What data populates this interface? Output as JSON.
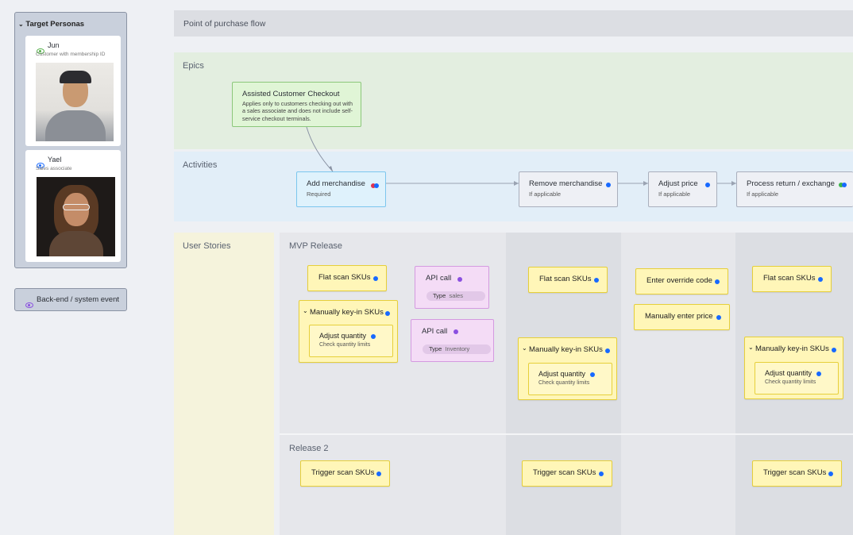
{
  "sidebar": {
    "panel_title": "Target Personas",
    "personas": [
      {
        "name": "Jun",
        "subtitle": "Customer with membership ID"
      },
      {
        "name": "Yael",
        "subtitle": "Sales associate"
      }
    ],
    "legend_label": "Back-end / system event"
  },
  "board": {
    "title": "Point of purchase flow",
    "lanes": {
      "epics": "Epics",
      "activities": "Activities",
      "user_stories": "User Stories"
    },
    "epic": {
      "title": "Assisted Customer Checkout",
      "body": "Applies only to customers checking out with a sales associate and does not include self-service checkout terminals."
    },
    "activities": [
      {
        "title": "Add merchandise",
        "subtitle": "Required"
      },
      {
        "title": "Remove merchandise",
        "subtitle": "If applicable"
      },
      {
        "title": "Adjust price",
        "subtitle": "If applicable"
      },
      {
        "title": "Process return / exchange",
        "subtitle": "If applicable"
      }
    ],
    "releases": {
      "mvp": "MVP Release",
      "r2": "Release 2"
    },
    "stories": {
      "flat_scan": "Flat scan SKUs",
      "manual_keyin": "Manually key-in SKUs",
      "adjust_qty": "Adjust quantity",
      "adjust_qty_sub": "Check quantity limits",
      "enter_override": "Enter override code",
      "manual_price": "Manually enter price",
      "trigger_scan": "Trigger scan SKUs"
    },
    "api_calls": [
      {
        "title": "API call",
        "type_label": "Type",
        "type_value": "sales"
      },
      {
        "title": "API call",
        "type_label": "Type",
        "type_value": "Inventory"
      }
    ]
  },
  "colors": {
    "story_dot": "#1769ff",
    "api_dot": "#8a4fe0",
    "sticky_bg": "#fff6b8",
    "api_bg": "#f4dcf6",
    "epic_bg": "#e0f5d6"
  }
}
